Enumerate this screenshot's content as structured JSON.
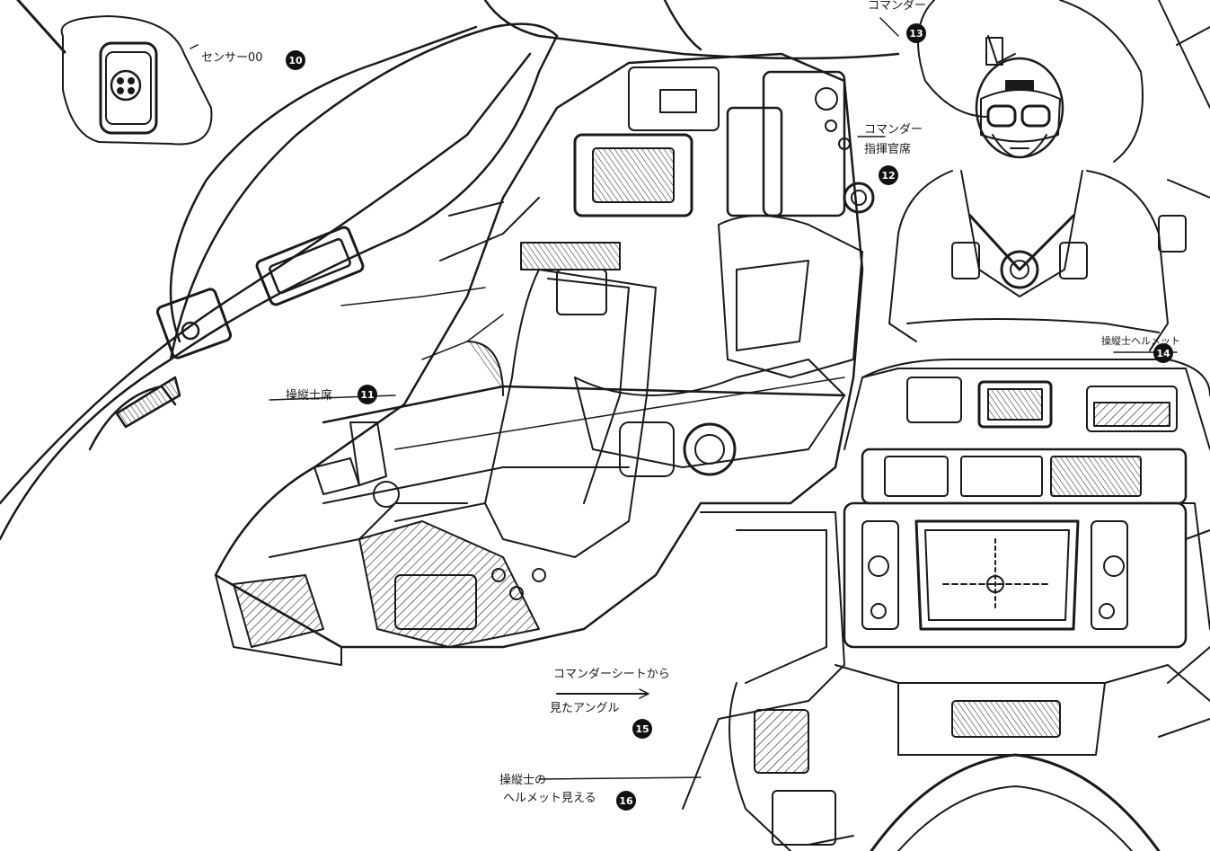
{
  "annotations": {
    "sensor": {
      "label": "センサー00",
      "number": "10"
    },
    "pilot_seat": {
      "label": "操縦士席",
      "number": "11"
    },
    "commander_seat": {
      "line1": "コマンダー",
      "line2": "指揮官席",
      "number": "12"
    },
    "commander": {
      "label": "コマンダー",
      "number": "13"
    },
    "pilot_helmet_top": {
      "label": "操縦士ヘルメット",
      "number": "14"
    },
    "angle_from_commander": {
      "line1": "コマンダーシートから",
      "line2": "見たアングル",
      "number": "15"
    },
    "pilot_helmet_visible": {
      "line1": "操縦士の",
      "line2": "ヘルメット見える",
      "number": "16"
    }
  },
  "colors": {
    "ink": "#1a1a1a",
    "paper": "#ffffff",
    "marker": "#111111"
  }
}
